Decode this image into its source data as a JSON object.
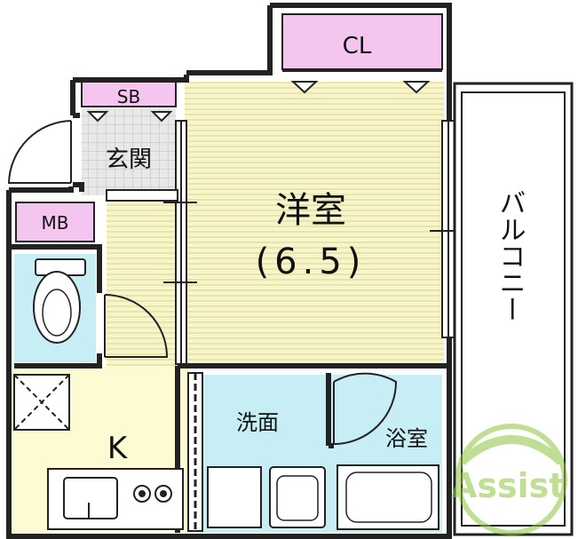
{
  "rooms": {
    "western_room": {
      "name": "洋室",
      "size": "(6.5)"
    },
    "closet": "CL",
    "shoe_box": "SB",
    "entrance": "玄関",
    "meter_box": "MB",
    "kitchen": "K",
    "washroom": "洗面",
    "bathroom": "浴室",
    "balcony": "バルコニー"
  },
  "watermark": "Assist",
  "colors": {
    "western_room_fill": "#f7f5cc",
    "closet_fill": "#f4c6ef",
    "entrance_fill": "#e4e4e4",
    "toilet_fill": "#c8eef5",
    "washroom_fill": "#c8eef5",
    "kitchen_fill": "#fdfbd2",
    "balcony_fill": "#ffffff",
    "wall": "#222222",
    "watermark": "#8dc63f"
  }
}
